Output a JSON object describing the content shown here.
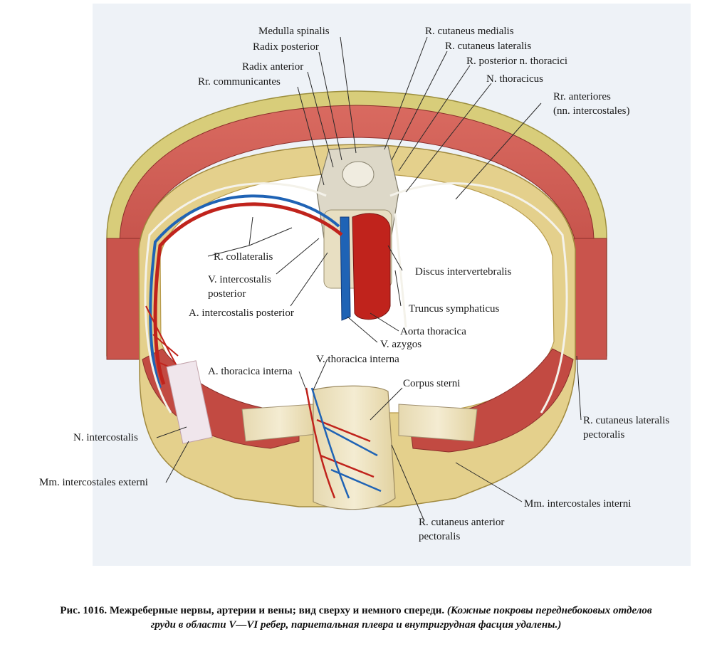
{
  "labels": {
    "medulla_spinalis": "Medulla spinalis",
    "radix_posterior": "Radix posterior",
    "radix_anterior": "Radix anterior",
    "rr_communicantes": "Rr. communicantes",
    "r_cutaneus_medialis": "R. cutaneus medialis",
    "r_cutaneus_lateralis": "R. cutaneus lateralis",
    "r_posterior_n_thoracici": "R. posterior n. thoracici",
    "n_thoracicus": "N. thoracicus",
    "rr_anteriores_1": "Rr. anteriores",
    "rr_anteriores_2": "(nn. intercostales)",
    "r_collateralis": "R. collateralis",
    "v_intercostalis_posterior_1": "V. intercostalis",
    "v_intercostalis_posterior_2": "posterior",
    "a_intercostalis_posterior": "A. intercostalis posterior",
    "discus_intervertebralis": "Discus intervertebralis",
    "truncus_symphaticus": "Truncus symphaticus",
    "aorta_thoracica": "Aorta thoracica",
    "v_azygos": "V. azygos",
    "a_thoracica_interna": "A. thoracica interna",
    "v_thoracica_interna": "V. thoracica interna",
    "corpus_sterni": "Corpus sterni",
    "r_cutaneus_lateralis_pectoralis_1": "R. cutaneus lateralis",
    "r_cutaneus_lateralis_pectoralis_2": "pectoralis",
    "n_intercostalis": "N. intercostalis",
    "mm_intercostales_externi": "Mm. intercostales externi",
    "mm_intercostales_interni": "Mm. intercostales interni",
    "r_cutaneus_anterior_pectoralis_1": "R. cutaneus anterior",
    "r_cutaneus_anterior_pectoralis_2": "pectoralis"
  },
  "caption": {
    "number": "Рис. 1016.",
    "title": "Межреберные нервы, артерии и вены; вид сверху и немного спереди.",
    "note_line1": "(Кожные покровы переднебоковых отделов",
    "note_line2": "груди в области V—VI ребер, париетальная плевра и внутригрудная фасция удалены.)"
  },
  "colors": {
    "muscle": "#c8504a",
    "fat": "#d9c97a",
    "bone": "#ecdca8",
    "artery": "#c0231c",
    "vein": "#1f63b5",
    "nerve": "#f2f2ee"
  }
}
